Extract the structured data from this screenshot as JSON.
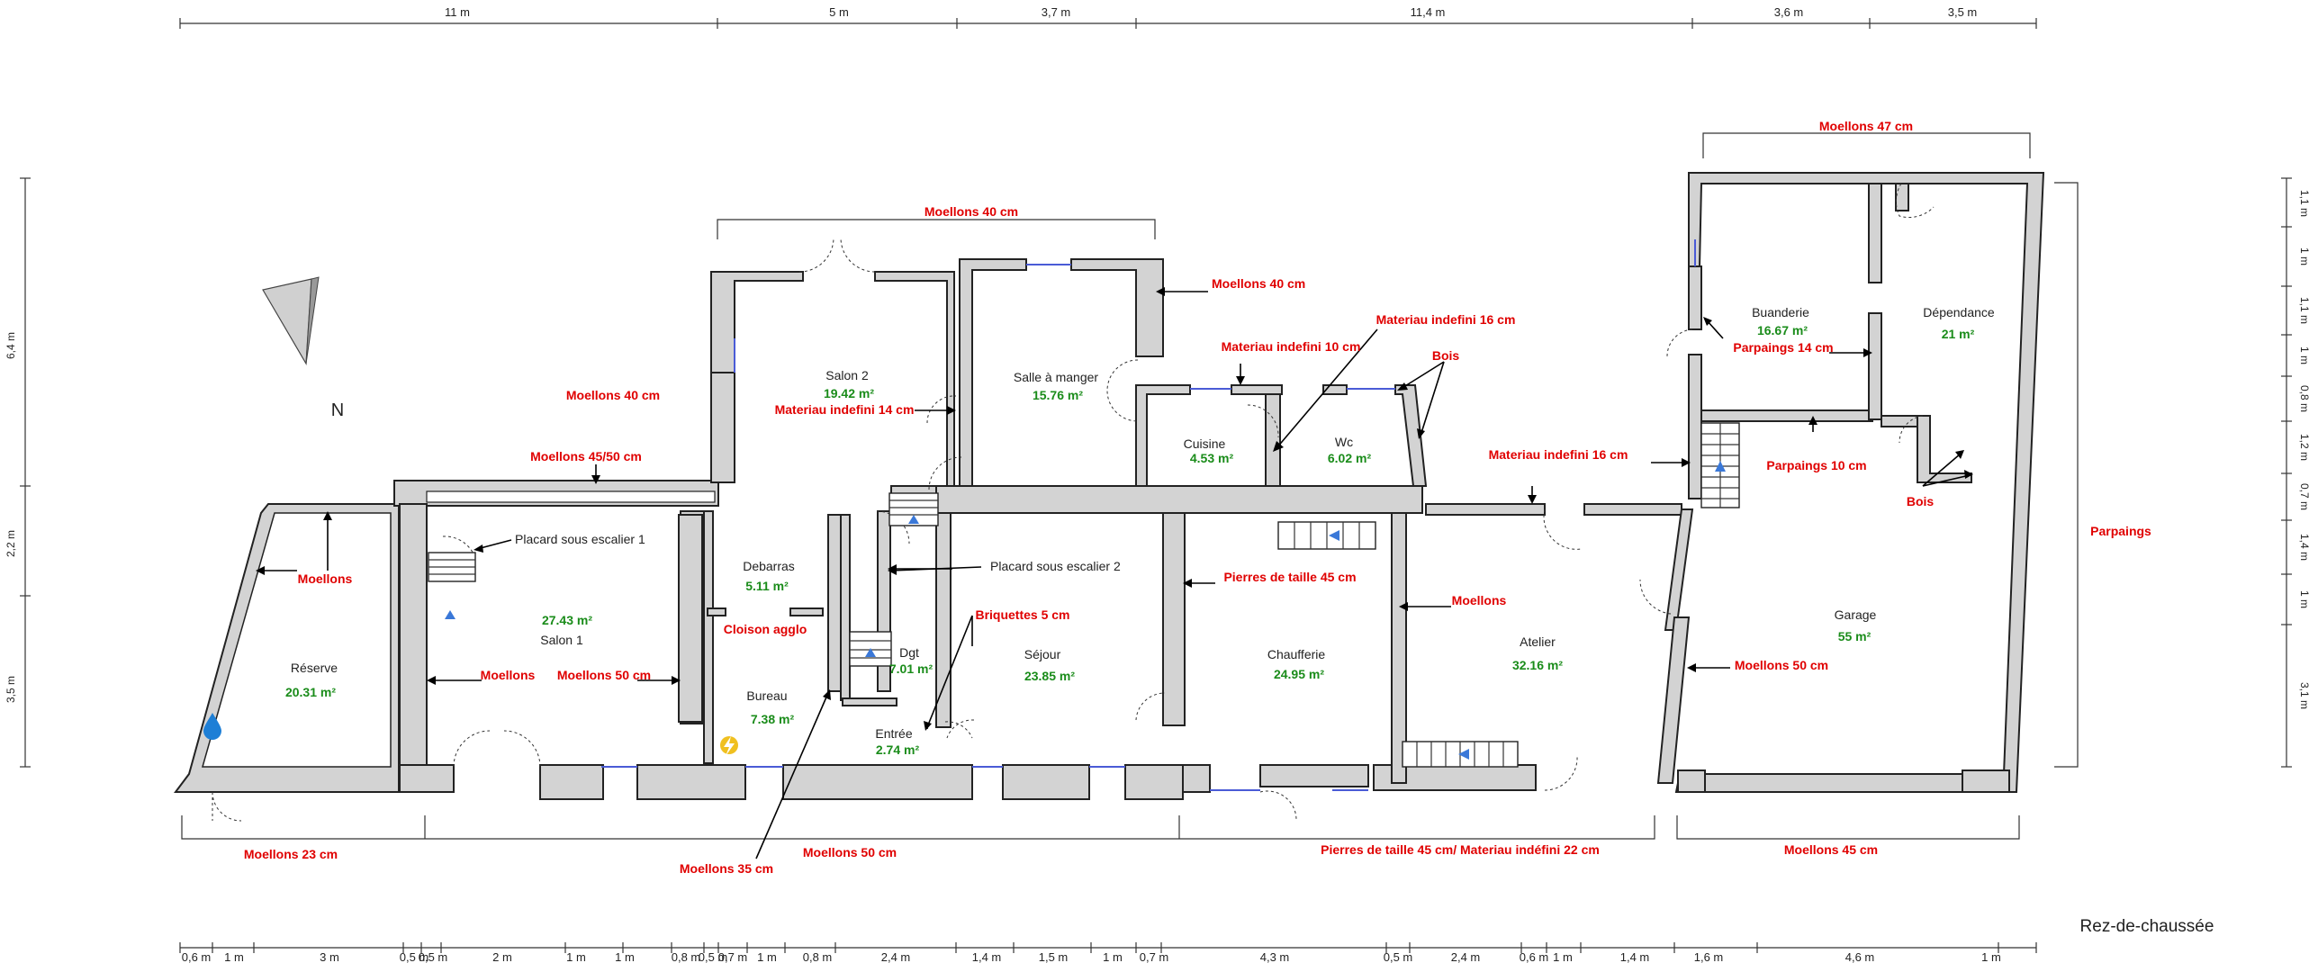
{
  "title": "Rez-de-chaussée",
  "north": "N",
  "dims_top": [
    "11 m",
    "5 m",
    "3,7 m",
    "11,4 m",
    "3,6 m",
    "3,5 m"
  ],
  "dims_bottom": [
    "0,6 m",
    "1 m",
    "3 m",
    "0,5 m",
    "0,5 m",
    "2 m",
    "1 m",
    "1 m",
    "0,8 m",
    "0,5 m",
    "0,7 m",
    "1 m",
    "0,8 m",
    "2,4 m",
    "1,4 m",
    "1,5 m",
    "1 m",
    "0,7 m",
    "4,3 m",
    "0,5 m",
    "2,4 m",
    "0,6 m",
    "1 m",
    "1,4 m",
    "1,6 m",
    "4,6 m",
    "1 m"
  ],
  "dims_left": [
    "6,4 m",
    "2,2 m",
    "3,5 m"
  ],
  "dims_right": [
    "1,1 m",
    "1 m",
    "1,1 m",
    "1 m",
    "0,8 m",
    "1,2 m",
    "0,7 m",
    "1,4 m",
    "1 m",
    "3,1 m"
  ],
  "rooms": [
    {
      "name": "Réserve",
      "area": "20.31 m²"
    },
    {
      "name": "Salon 1",
      "area": "27.43 m²"
    },
    {
      "name": "Debarras",
      "area": "5.11 m²"
    },
    {
      "name": "Bureau",
      "area": "7.38 m²"
    },
    {
      "name": "Dgt",
      "area": "7.01 m²"
    },
    {
      "name": "Entrée",
      "area": "2.74 m²"
    },
    {
      "name": "Séjour",
      "area": "23.85 m²"
    },
    {
      "name": "Salon 2",
      "area": "19.42 m²"
    },
    {
      "name": "Salle à manger",
      "area": "15.76 m²"
    },
    {
      "name": "Cuisine",
      "area": "4.53 m²"
    },
    {
      "name": "Wc",
      "area": "6.02 m²"
    },
    {
      "name": "Chaufferie",
      "area": "24.95 m²"
    },
    {
      "name": "Atelier",
      "area": "32.16 m²"
    },
    {
      "name": "Buanderie",
      "area": "16.67 m²"
    },
    {
      "name": "Dépendance",
      "area": "21 m²"
    },
    {
      "name": "Garage",
      "area": "55 m²"
    }
  ],
  "labels": {
    "placard1": "Placard sous escalier 1",
    "placard2": "Placard sous escalier 2"
  },
  "notes": {
    "moellons_23": "Moellons 23 cm",
    "moellons_35": "Moellons 35 cm",
    "moellons_50_bottom": "Moellons 50 cm",
    "pierres_bottom": "Pierres de taille 45 cm/ Materiau indéfini 22 cm",
    "moellons_45_bottom": "Moellons 45 cm",
    "moellons_47": "Moellons 47 cm",
    "moellons_40_top": "Moellons 40 cm",
    "moellons_40_right": "Moellons 40 cm",
    "moellons_40_left": "Moellons 40 cm",
    "moellons_4550": "Moellons 45/50 cm",
    "moellons_reserve": "Moellons",
    "moellons_salon": "Moellons",
    "moellons_50_salon": "Moellons 50 cm",
    "cloison": "Cloison agglo",
    "briquettes": "Briquettes 5 cm",
    "mat14": "Materiau indefini 14 cm",
    "mat10": "Materiau indefini 10 cm",
    "mat16_top": "Materiau indefini 16 cm",
    "mat16_mid": "Materiau indefini 16 cm",
    "bois_wc": "Bois",
    "bois_garage": "Bois",
    "pierres_chauff": "Pierres de taille 45 cm",
    "moellons_atelier": "Moellons",
    "moellons_50_garage": "Moellons 50 cm",
    "parpaings14": "Parpaings 14 cm",
    "parpaings10": "Parpaings 10 cm",
    "parpaings": "Parpaings"
  }
}
